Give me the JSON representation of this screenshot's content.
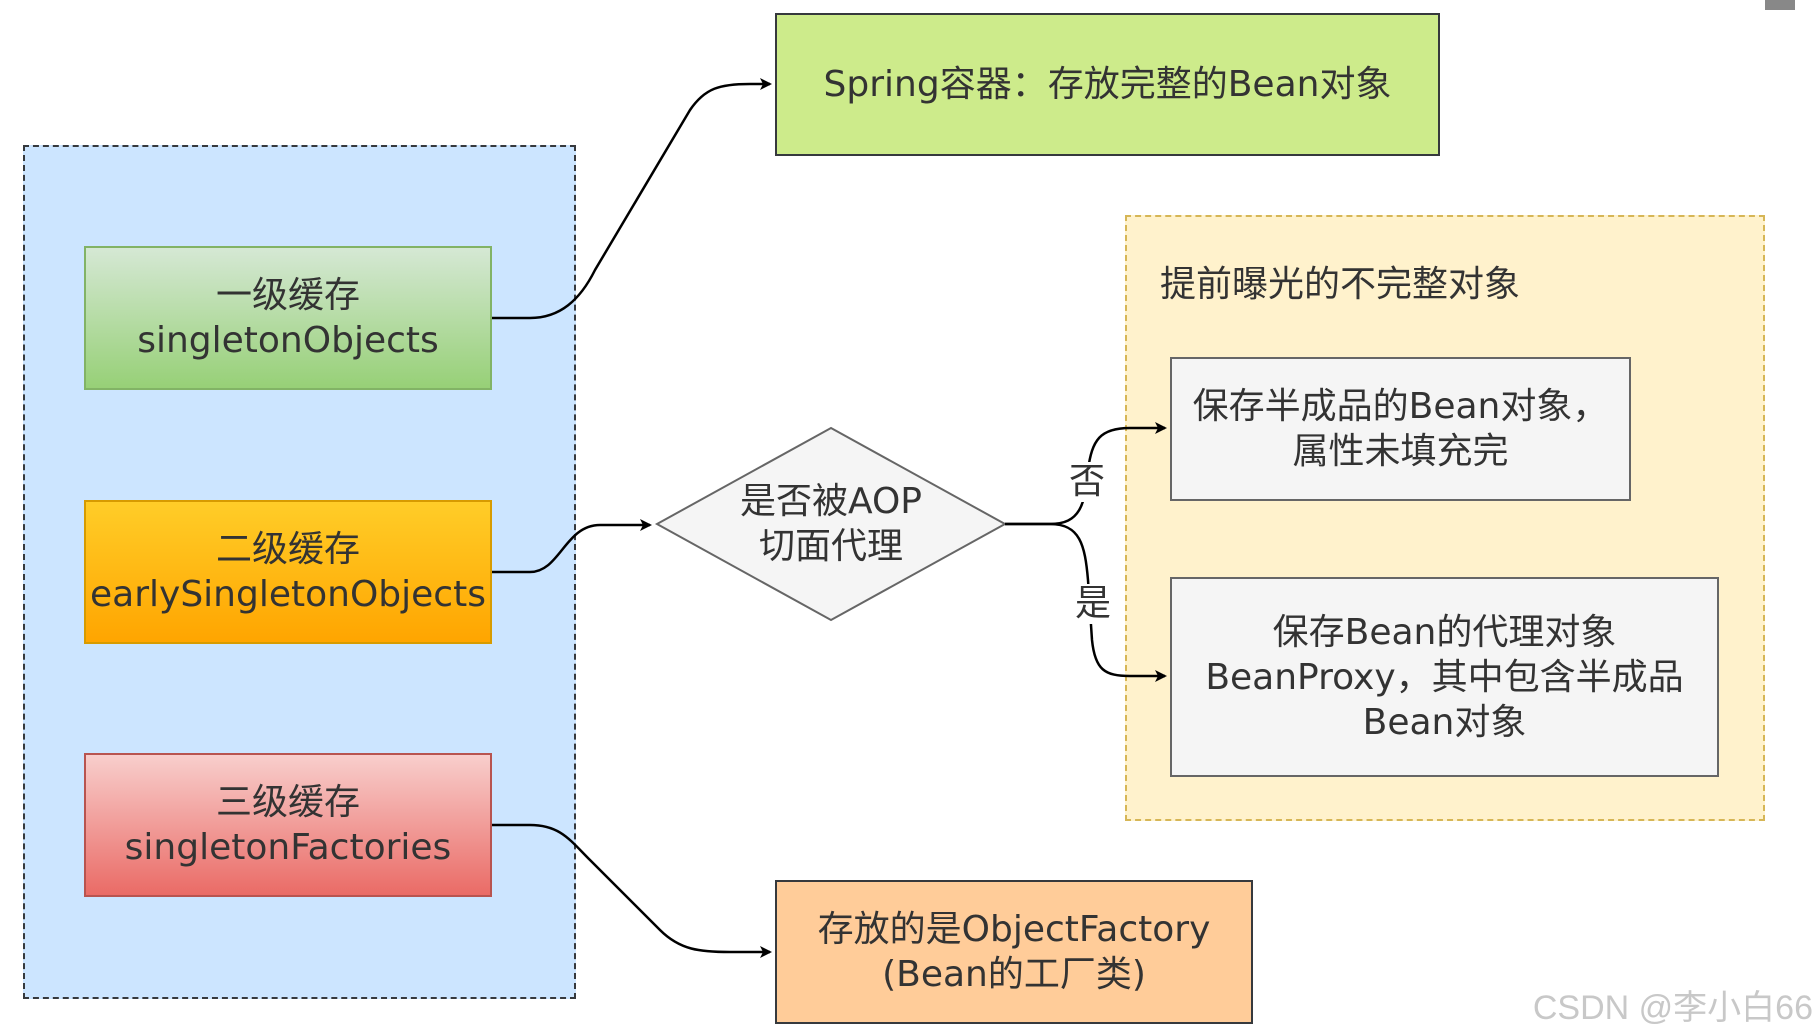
{
  "nodes": {
    "l1_cache": "一级缓存\nsingletonObjects",
    "l2_cache": "二级缓存\nearlySingletonObjects",
    "l3_cache": "三级缓存\nsingletonFactories",
    "spring_container": "Spring容器：存放完整的Bean对象",
    "decision": "是否被AOP\n切面代理",
    "half_bean": "保存半成品的Bean对象，\n属性未填充完",
    "proxy_bean": "保存Bean的代理对象\nBeanProxy，其中包含半成品\nBean对象",
    "object_factory": "存放的是ObjectFactory\n(Bean的工厂类)"
  },
  "groups": {
    "exposed_label": "提前曝光的不完整对象"
  },
  "edges": {
    "no_label": "否",
    "yes_label": "是"
  },
  "watermark": "CSDN @李小白66",
  "colors": {
    "blue_group": "#cce5ff",
    "yellow_group": "#fff2cc",
    "green": "#97d077",
    "orange": "#ffa500",
    "red": "#ea6b66",
    "lime": "#cdeb8b",
    "peach": "#ffcc99",
    "gray": "#f5f5f5"
  }
}
